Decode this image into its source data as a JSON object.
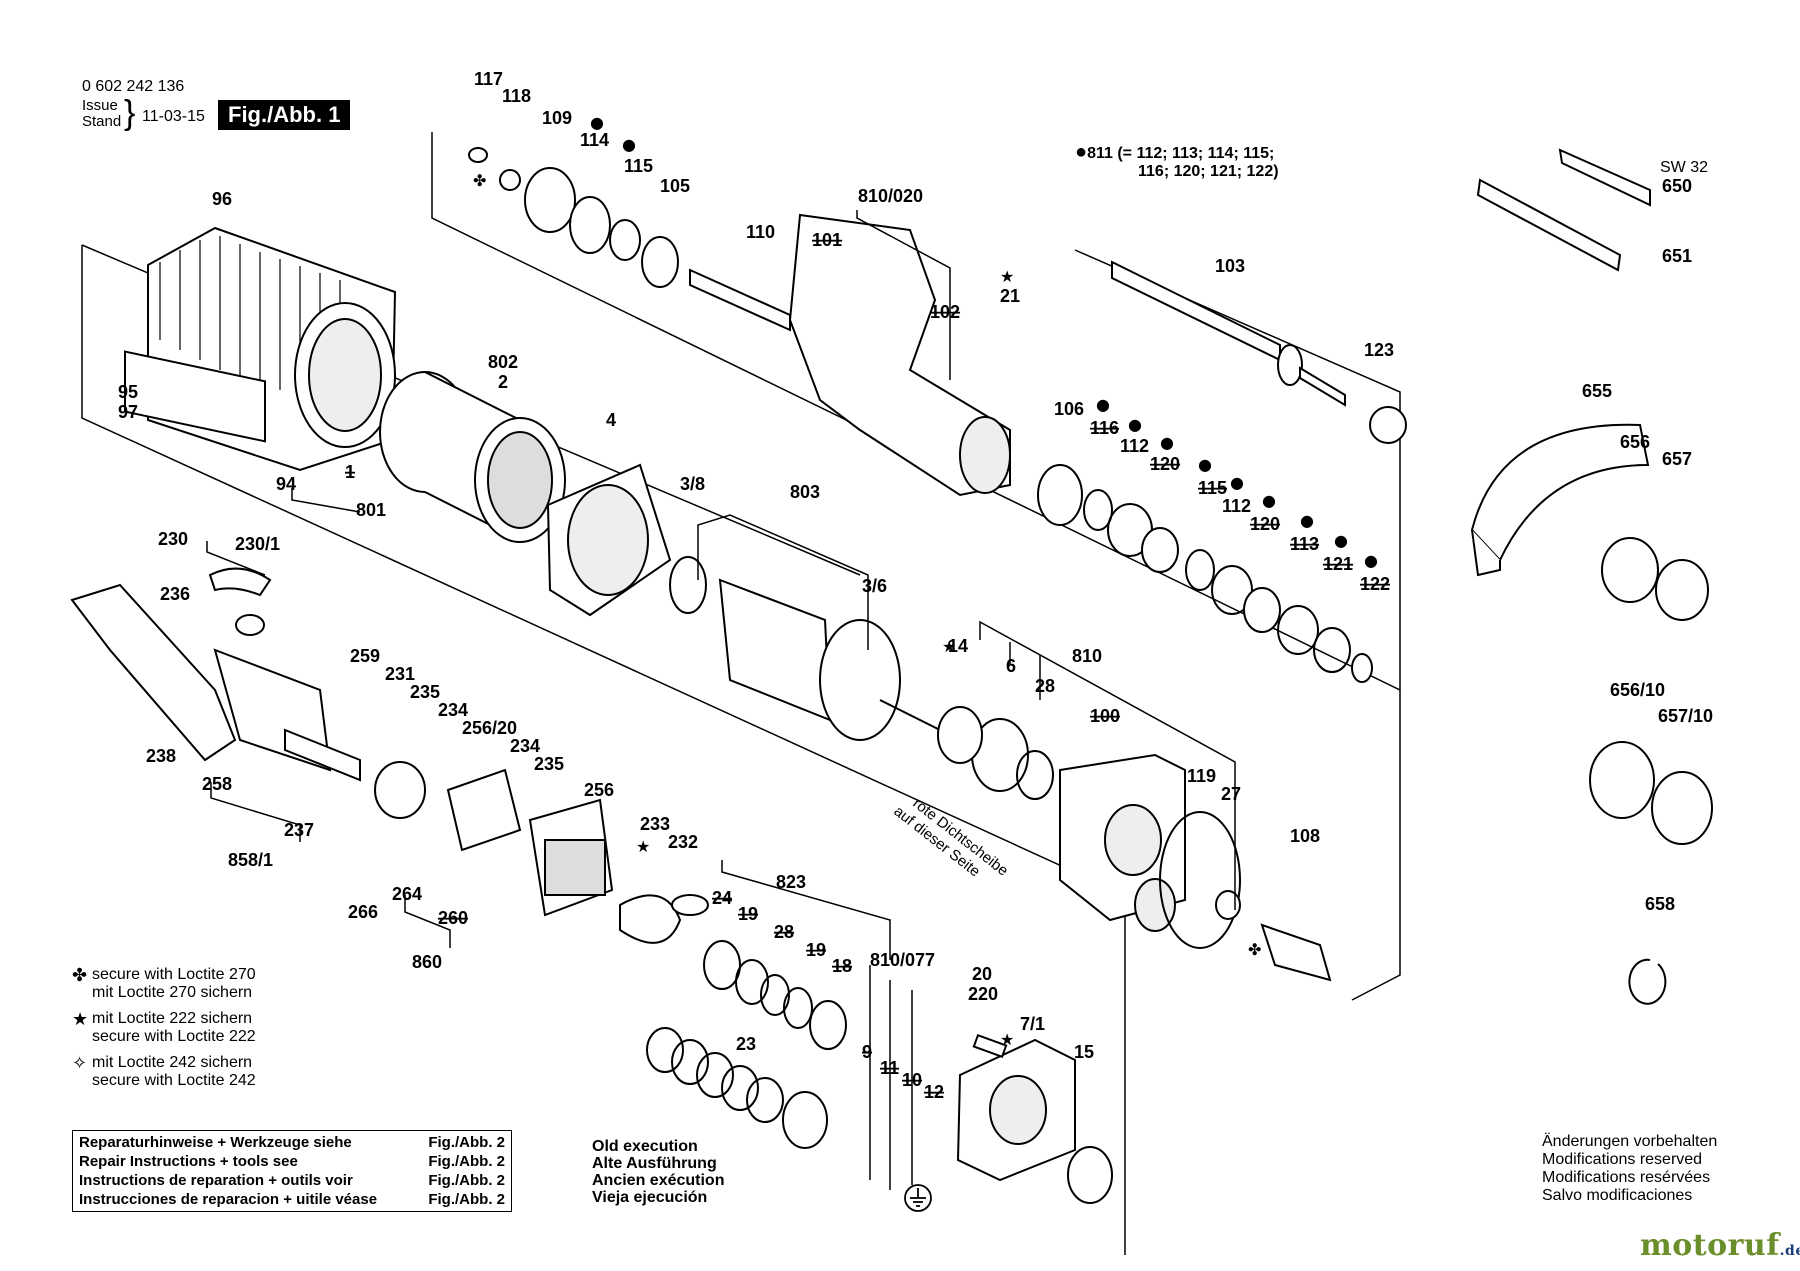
{
  "header": {
    "part_number": "0 602 242 136",
    "issue_label": "Issue",
    "stand_label": "Stand",
    "date": "11-03-15",
    "figure_badge": "Fig./Abb. 1"
  },
  "kit_note": {
    "line1": "811 (= 112; 113; 114; 115;",
    "line2": "116; 120; 121; 122)"
  },
  "wrench_labels": {
    "size": "SW 32"
  },
  "parts": [
    {
      "id": "p117",
      "label": "117"
    },
    {
      "id": "p118",
      "label": "118"
    },
    {
      "id": "p109",
      "label": "109"
    },
    {
      "id": "p114",
      "label": "114"
    },
    {
      "id": "p115",
      "label": "115"
    },
    {
      "id": "p105",
      "label": "105"
    },
    {
      "id": "p110",
      "label": "110"
    },
    {
      "id": "p101",
      "label": "101"
    },
    {
      "id": "p810020",
      "label": "810/020"
    },
    {
      "id": "p102",
      "label": "102"
    },
    {
      "id": "p21",
      "label": "21"
    },
    {
      "id": "p103",
      "label": "103"
    },
    {
      "id": "p650",
      "label": "650"
    },
    {
      "id": "p651",
      "label": "651"
    },
    {
      "id": "p96",
      "label": "96"
    },
    {
      "id": "p802",
      "label": "802"
    },
    {
      "id": "p2",
      "label": "2"
    },
    {
      "id": "p95",
      "label": "95"
    },
    {
      "id": "p97",
      "label": "97"
    },
    {
      "id": "p94",
      "label": "94"
    },
    {
      "id": "p1",
      "label": "1"
    },
    {
      "id": "p801",
      "label": "801"
    },
    {
      "id": "p4",
      "label": "4"
    },
    {
      "id": "p123",
      "label": "123"
    },
    {
      "id": "p655",
      "label": "655"
    },
    {
      "id": "p106",
      "label": "106"
    },
    {
      "id": "p116a",
      "label": "116"
    },
    {
      "id": "p112a",
      "label": "112"
    },
    {
      "id": "p120a",
      "label": "120"
    },
    {
      "id": "p116b",
      "label": "115"
    },
    {
      "id": "p112b",
      "label": "112"
    },
    {
      "id": "p120b",
      "label": "120"
    },
    {
      "id": "p113",
      "label": "113"
    },
    {
      "id": "p121",
      "label": "121"
    },
    {
      "id": "p122",
      "label": "122"
    },
    {
      "id": "p656",
      "label": "656"
    },
    {
      "id": "p657",
      "label": "657"
    },
    {
      "id": "p38",
      "label": "3/8"
    },
    {
      "id": "p803",
      "label": "803"
    },
    {
      "id": "p36",
      "label": "3/6"
    },
    {
      "id": "p230",
      "label": "230"
    },
    {
      "id": "p2301",
      "label": "230/1"
    },
    {
      "id": "p236",
      "label": "236"
    },
    {
      "id": "p14",
      "label": "14"
    },
    {
      "id": "p6",
      "label": "6"
    },
    {
      "id": "p810",
      "label": "810"
    },
    {
      "id": "p28",
      "label": "28"
    },
    {
      "id": "p100",
      "label": "100"
    },
    {
      "id": "p65610",
      "label": "656/10"
    },
    {
      "id": "p65710",
      "label": "657/10"
    },
    {
      "id": "p259",
      "label": "259"
    },
    {
      "id": "p231",
      "label": "231"
    },
    {
      "id": "p235a",
      "label": "235"
    },
    {
      "id": "p234a",
      "label": "234"
    },
    {
      "id": "p25620",
      "label": "256/20"
    },
    {
      "id": "p234b",
      "label": "234"
    },
    {
      "id": "p235b",
      "label": "235"
    },
    {
      "id": "p238",
      "label": "238"
    },
    {
      "id": "p258",
      "label": "258"
    },
    {
      "id": "p256",
      "label": "256"
    },
    {
      "id": "p119",
      "label": "119"
    },
    {
      "id": "p27",
      "label": "27"
    },
    {
      "id": "p233",
      "label": "233"
    },
    {
      "id": "p232",
      "label": "232"
    },
    {
      "id": "p237",
      "label": "237"
    },
    {
      "id": "p8581",
      "label": "858/1"
    },
    {
      "id": "p108",
      "label": "108"
    },
    {
      "id": "p266",
      "label": "266"
    },
    {
      "id": "p264",
      "label": "264"
    },
    {
      "id": "p260",
      "label": "260"
    },
    {
      "id": "p860",
      "label": "860"
    },
    {
      "id": "p823",
      "label": "823"
    },
    {
      "id": "p24",
      "label": "24"
    },
    {
      "id": "p19a",
      "label": "19"
    },
    {
      "id": "p28b",
      "label": "28"
    },
    {
      "id": "p19b",
      "label": "19"
    },
    {
      "id": "p18",
      "label": "18"
    },
    {
      "id": "p658",
      "label": "658"
    },
    {
      "id": "p810077",
      "label": "810/077"
    },
    {
      "id": "p20",
      "label": "20"
    },
    {
      "id": "p220",
      "label": "220"
    },
    {
      "id": "p71",
      "label": "7/1"
    },
    {
      "id": "p15",
      "label": "15"
    },
    {
      "id": "p23",
      "label": "23"
    },
    {
      "id": "p9",
      "label": "9"
    },
    {
      "id": "p11",
      "label": "11"
    },
    {
      "id": "p10",
      "label": "10"
    },
    {
      "id": "p12",
      "label": "12"
    }
  ],
  "seal_note": {
    "line1": "rote Dichtscheibe",
    "line2": "auf dieser Seite"
  },
  "legend": [
    {
      "symbol": "✤",
      "line1": "secure with Loctite 270",
      "line2": "mit Loctite 270 sichern"
    },
    {
      "symbol": "★",
      "line1": "mit Loctite 222 sichern",
      "line2": "secure with Loctite 222"
    },
    {
      "symbol": "✧",
      "line1": "mit Loctite 242 sichern",
      "line2": "secure with Loctite 242"
    }
  ],
  "repair_box": [
    {
      "text": "Reparaturhinweise + Werkzeuge siehe",
      "ref": "Fig./Abb. 2"
    },
    {
      "text": "Repair Instructions + tools see",
      "ref": "Fig./Abb. 2"
    },
    {
      "text": "Instructions de reparation + outils voir",
      "ref": "Fig./Abb. 2"
    },
    {
      "text": "Instrucciones de reparacion + uitile véase",
      "ref": "Fig./Abb. 2"
    }
  ],
  "old_execution": [
    "Old execution",
    "Alte Ausführung",
    "Ancien exécution",
    "Vieja ejecución"
  ],
  "modifications": [
    "Änderungen vorbehalten",
    "Modifications reserved",
    "Modifications resérvées",
    "Salvo modificaciones"
  ],
  "logo": {
    "name": "motoruf",
    "tld": ".de"
  }
}
